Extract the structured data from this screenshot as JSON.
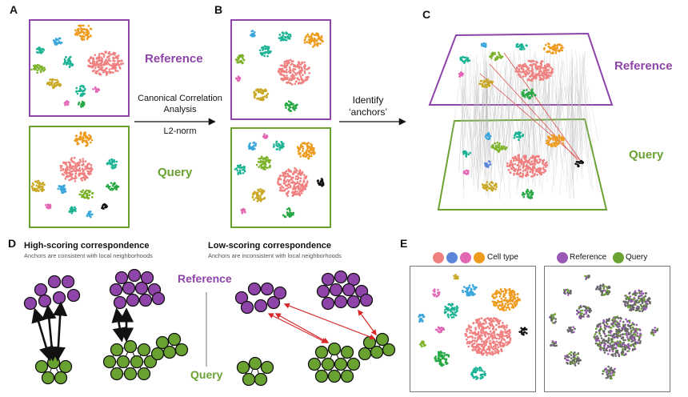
{
  "panels": {
    "a": {
      "letter": "A"
    },
    "b": {
      "letter": "B"
    },
    "c": {
      "letter": "C"
    },
    "d": {
      "letter": "D"
    },
    "e": {
      "letter": "E"
    }
  },
  "labels": {
    "reference": "Reference",
    "query": "Query"
  },
  "arrow1": {
    "line1": "Canonical Correlation",
    "line2": "Analysis",
    "line3": "L2-norm"
  },
  "arrow2": {
    "line1": "Identify",
    "line2": "‘anchors’"
  },
  "panel_d": {
    "high_title": "High-scoring correspondence",
    "high_sub": "Anchors are consistent with local neighborhoods",
    "low_title": "Low-scoring correspondence",
    "low_sub": "Anchors are inconsistent with local neighborhoods",
    "reference": "Reference",
    "query": "Query"
  },
  "panel_e": {
    "legend_left": "Cell type",
    "legend_ref": "Reference",
    "legend_query": "Query"
  },
  "colors": {
    "purple": "#8e44a8",
    "green": "#6aa232",
    "salmon": "#f08080",
    "orange": "#ee9a1c",
    "teal": "#1bb394",
    "olive": "#c9a722",
    "lime": "#7cb32a",
    "sky": "#3aa6dc",
    "pink": "#e367b5",
    "blue": "#5b86d9",
    "black": "#111111",
    "darkgreen": "#27a844"
  }
}
